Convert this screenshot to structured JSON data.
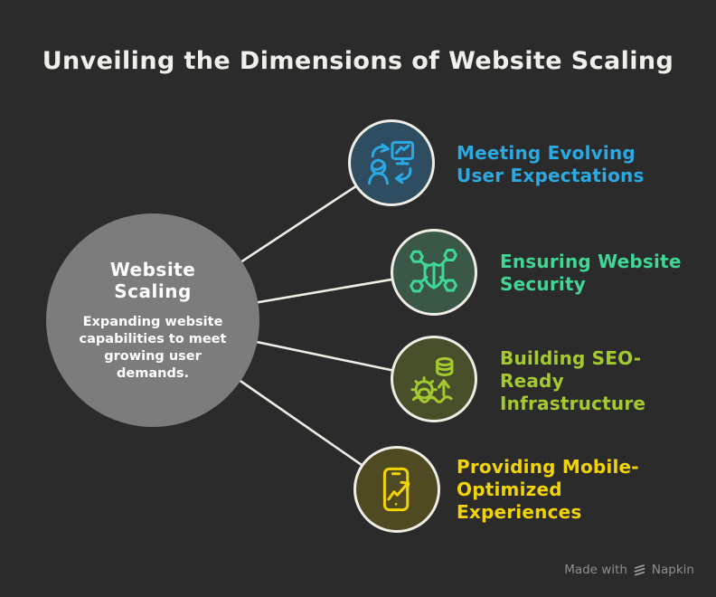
{
  "title": {
    "text": "Unveiling the Dimensions of Website Scaling"
  },
  "center": {
    "title": "Website Scaling",
    "description": "Expanding website capabilities to meet growing user demands."
  },
  "branches": [
    {
      "id": "user-expectations",
      "label": "Meeting Evolving User Expectations",
      "lines": [
        "Meeting Evolving",
        "User Expectations"
      ],
      "icon": "person-monitor-sync-icon",
      "color": "#2aa9e2",
      "circle_fill": "#2e4d60"
    },
    {
      "id": "website-security",
      "label": "Ensuring Website Security",
      "lines": [
        "Ensuring Website",
        "Security"
      ],
      "icon": "shield-network-icon",
      "color": "#3fd795",
      "circle_fill": "#3a5747"
    },
    {
      "id": "seo-infrastructure",
      "label": "Building SEO-Ready Infrastructure",
      "lines": [
        "Building SEO-",
        "Ready",
        "Infrastructure"
      ],
      "icon": "gear-database-growth-icon",
      "color": "#a5c92f",
      "circle_fill": "#47502b"
    },
    {
      "id": "mobile-experiences",
      "label": "Providing Mobile-Optimized Experiences",
      "lines": [
        "Providing Mobile-",
        "Optimized",
        "Experiences"
      ],
      "icon": "mobile-growth-chart-icon",
      "color": "#f2d403",
      "circle_fill": "#4f4a22"
    }
  ],
  "watermark": {
    "prefix": "Made with",
    "brand": "Napkin"
  },
  "colors": {
    "background": "#2b2b2b",
    "title_text": "#f1efe9",
    "center_fill": "#7c7c7c",
    "center_text": "#ffffff",
    "connector": "#f0ede6"
  }
}
